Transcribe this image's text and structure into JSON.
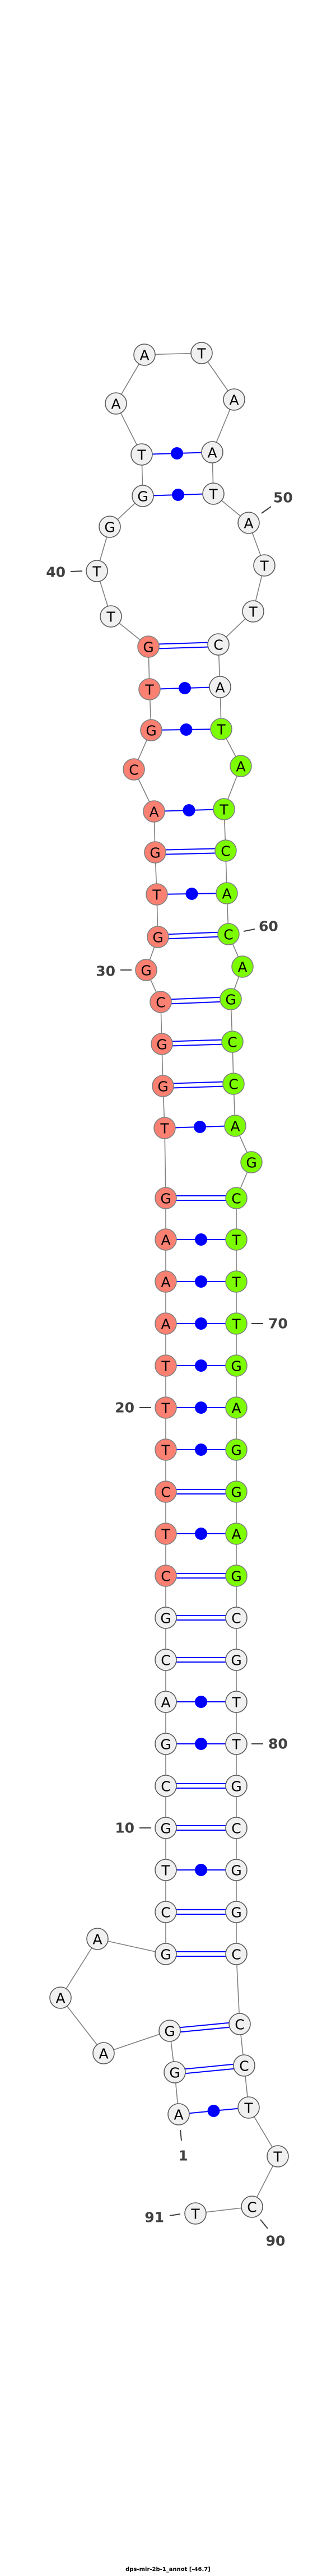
{
  "title": "dps-mir-2b-1_annot [-46.7]",
  "sequence": [
    "A",
    "G",
    "G",
    "A",
    "A",
    "A",
    "G",
    "C",
    "T",
    "G",
    "C",
    "G",
    "A",
    "C",
    "G",
    "C",
    "T",
    "C",
    "T",
    "T",
    "T",
    "A",
    "A",
    "A",
    "G",
    "T",
    "G",
    "G",
    "C",
    "G",
    "G",
    "T",
    "G",
    "A",
    "C",
    "G",
    "T",
    "G",
    "T",
    "T",
    "G",
    "G",
    "T",
    "A",
    "A",
    "T",
    "A",
    "A",
    "T",
    "A",
    "T",
    "T",
    "C",
    "A",
    "T",
    "A",
    "T",
    "C",
    "A",
    "C",
    "A",
    "G",
    "C",
    "C",
    "A",
    "G",
    "C",
    "T",
    "T",
    "T",
    "G",
    "A",
    "G",
    "G",
    "A",
    "G",
    "C",
    "G",
    "T",
    "T",
    "G",
    "C",
    "G",
    "G",
    "C",
    "C",
    "C",
    "T",
    "T",
    "C",
    "T"
  ],
  "pairs": [
    [
      1,
      88
    ],
    [
      2,
      87
    ],
    [
      3,
      86
    ],
    [
      7,
      85
    ],
    [
      8,
      84
    ],
    [
      9,
      83
    ],
    [
      10,
      82
    ],
    [
      11,
      81
    ],
    [
      12,
      80
    ],
    [
      13,
      79
    ],
    [
      14,
      78
    ],
    [
      15,
      77
    ],
    [
      16,
      76
    ],
    [
      17,
      75
    ],
    [
      18,
      74
    ],
    [
      19,
      73
    ],
    [
      20,
      72
    ],
    [
      21,
      71
    ],
    [
      22,
      70
    ],
    [
      23,
      69
    ],
    [
      24,
      68
    ],
    [
      25,
      67
    ],
    [
      26,
      65
    ],
    [
      27,
      64
    ],
    [
      28,
      63
    ],
    [
      29,
      62
    ],
    [
      31,
      60
    ],
    [
      32,
      59
    ],
    [
      33,
      58
    ],
    [
      34,
      57
    ],
    [
      36,
      55
    ],
    [
      37,
      54
    ],
    [
      38,
      53
    ],
    [
      42,
      49
    ],
    [
      43,
      48
    ]
  ],
  "highlights": [
    {
      "name": "5p-arm",
      "from": 16,
      "to": 38,
      "color": "#fa8072"
    },
    {
      "name": "3p-arm",
      "from": 55,
      "to": 76,
      "color": "#7cfc00"
    }
  ],
  "default_color": "#f0f0f0",
  "pair_color": "#0000ff",
  "position_labels": [
    "1",
    "10",
    "20",
    "30",
    "40",
    "50",
    "60",
    "70",
    "80",
    "90",
    "91"
  ]
}
